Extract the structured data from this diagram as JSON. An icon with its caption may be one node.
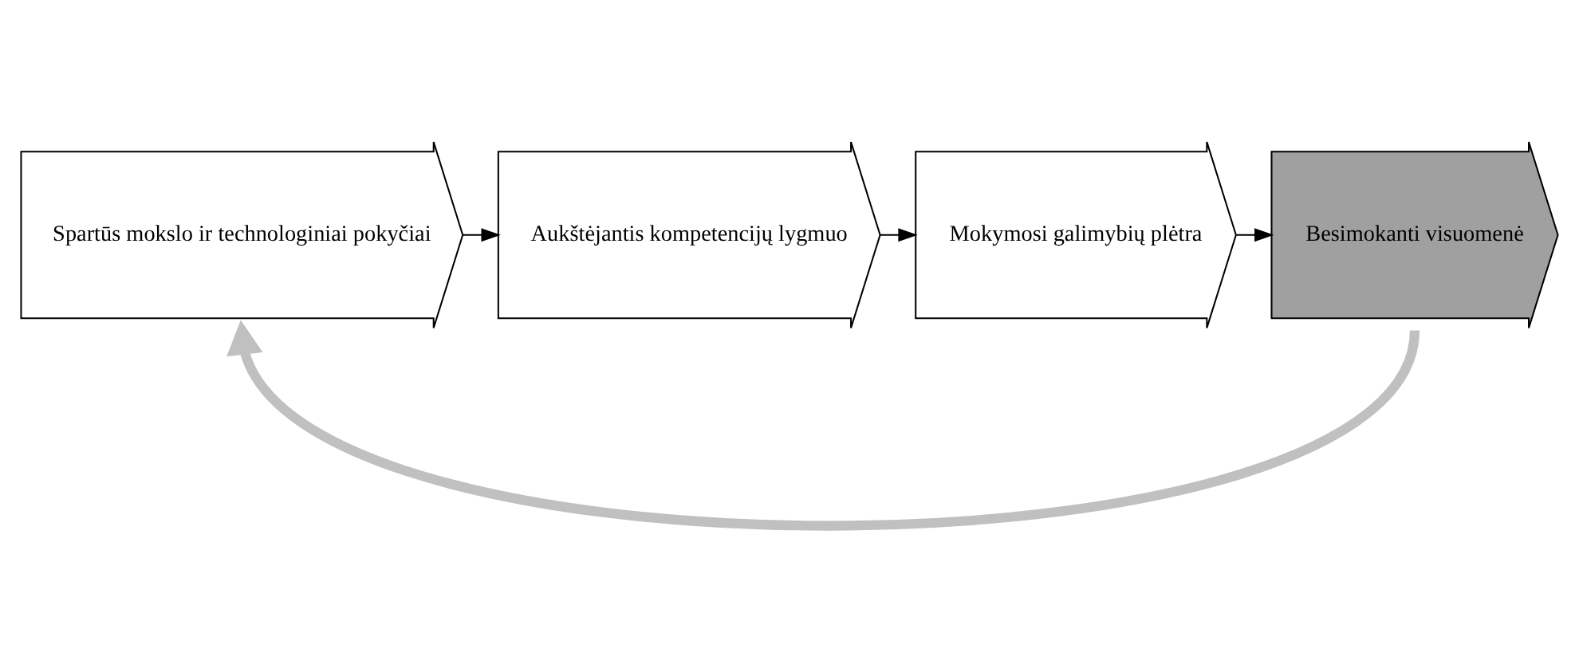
{
  "diagram": {
    "nodes": [
      {
        "text": [
          "Spartūs mokslo ir technologiniai pokyčiai"
        ]
      },
      {
        "text": [
          "Aukštėjantis kompetencijų lygmuo"
        ]
      },
      {
        "text": [
          "Mokymosi galimybių plėtra"
        ]
      },
      {
        "text": [
          "Besimokanti visuomenė"
        ]
      }
    ],
    "edges": [
      {
        "from": 0,
        "to": 1,
        "arrow": "to"
      },
      {
        "from": 1,
        "to": 2,
        "arrow": "to"
      },
      {
        "from": 2,
        "to": 3,
        "arrow": "to"
      },
      {
        "from": 3,
        "to": 0,
        "arrow": "to",
        "style": "thick",
        "color": "#c0c0c0"
      }
    ]
  }
}
